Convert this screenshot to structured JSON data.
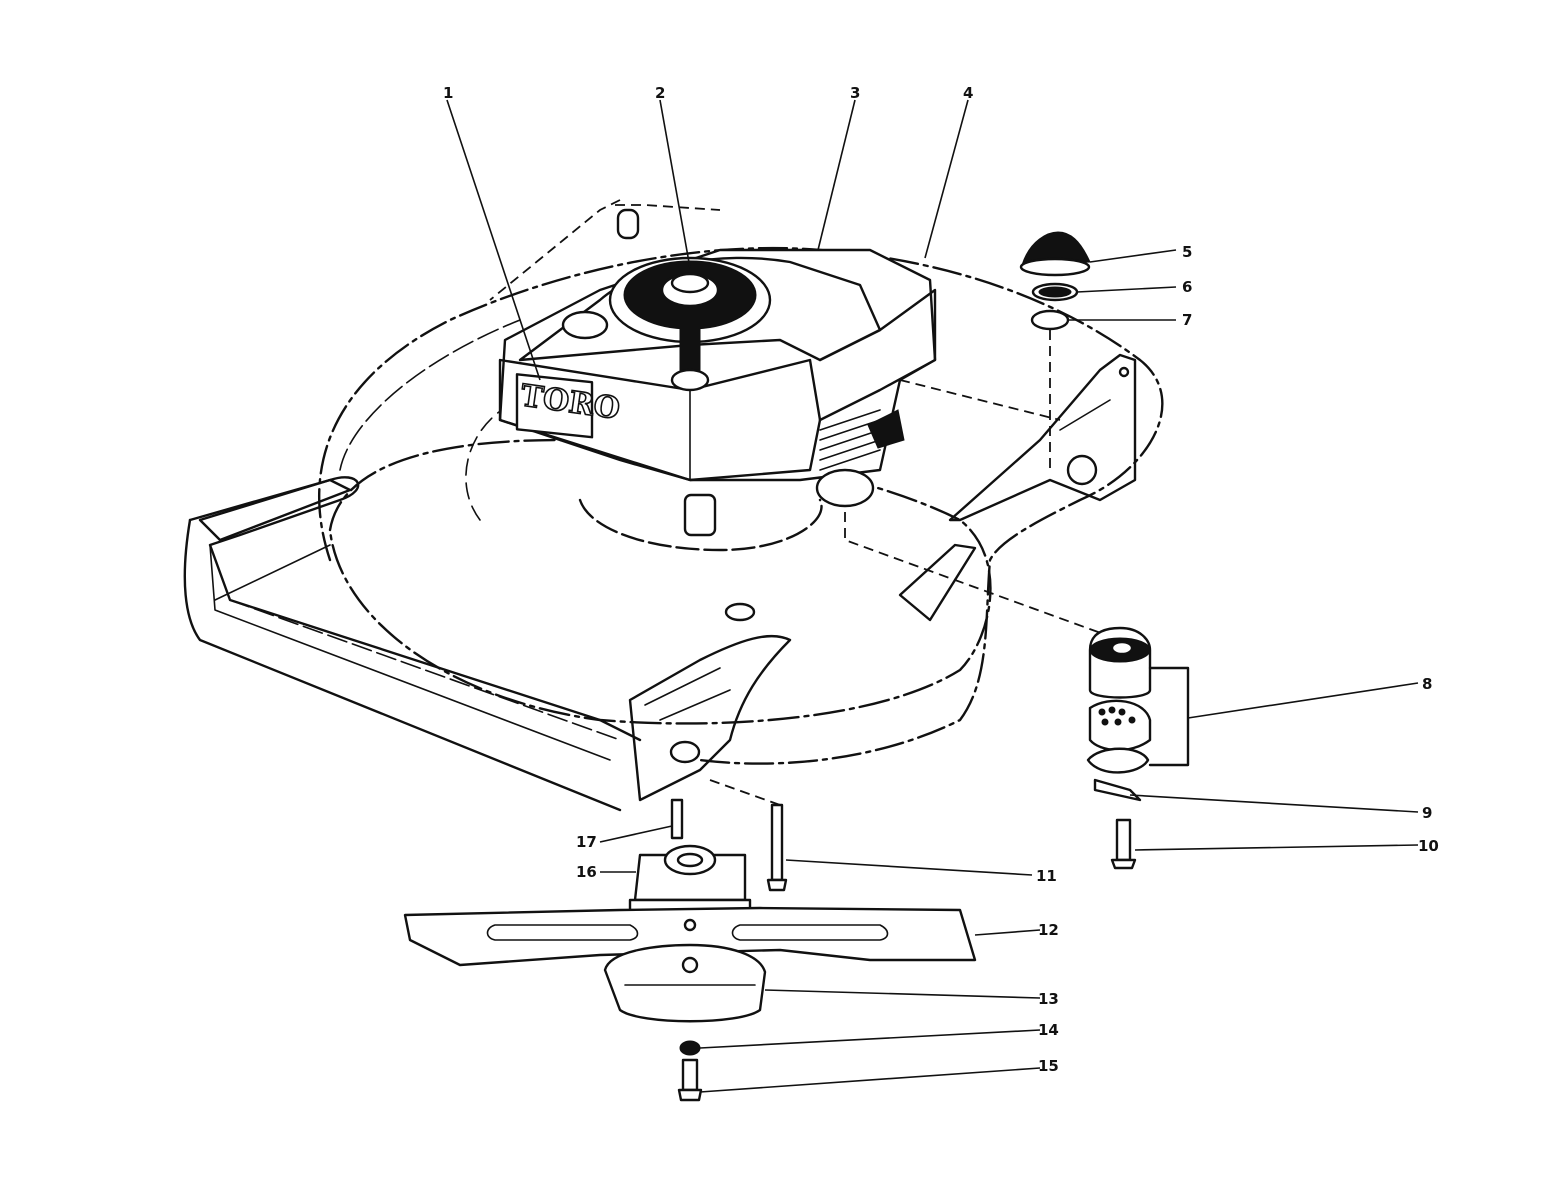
{
  "diagram": {
    "logo_text": "TORO",
    "callouts": [
      "1",
      "2",
      "3",
      "4",
      "5",
      "6",
      "7",
      "8",
      "9",
      "10",
      "11",
      "12",
      "13",
      "14",
      "15",
      "16",
      "17"
    ]
  }
}
